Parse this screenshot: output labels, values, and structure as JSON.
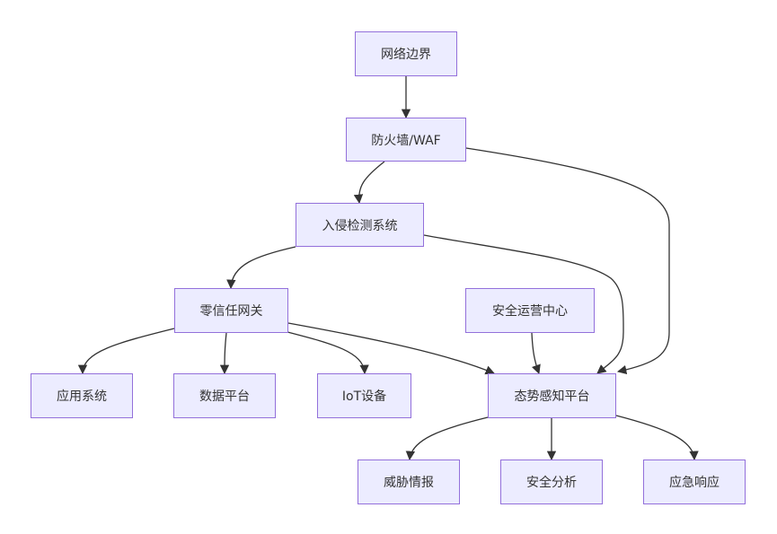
{
  "diagram": {
    "type": "flowchart",
    "colors": {
      "node_fill": "#ECECFF",
      "node_border": "#9370DB",
      "edge": "#333333",
      "text": "#333333"
    },
    "nodes": {
      "boundary": "网络边界",
      "firewall": "防火墙/WAF",
      "ids": "入侵检测系统",
      "zerotrust": "零信任网关",
      "soc": "安全运营中心",
      "app": "应用系统",
      "data": "数据平台",
      "iot": "IoT设备",
      "situation": "态势感知平台",
      "threat": "威胁情报",
      "analysis": "安全分析",
      "response": "应急响应"
    },
    "edges": [
      [
        "boundary",
        "firewall"
      ],
      [
        "firewall",
        "ids"
      ],
      [
        "firewall",
        "situation"
      ],
      [
        "ids",
        "zerotrust"
      ],
      [
        "ids",
        "situation"
      ],
      [
        "zerotrust",
        "app"
      ],
      [
        "zerotrust",
        "data"
      ],
      [
        "zerotrust",
        "iot"
      ],
      [
        "zerotrust",
        "situation"
      ],
      [
        "soc",
        "situation"
      ],
      [
        "situation",
        "threat"
      ],
      [
        "situation",
        "analysis"
      ],
      [
        "situation",
        "response"
      ]
    ]
  }
}
